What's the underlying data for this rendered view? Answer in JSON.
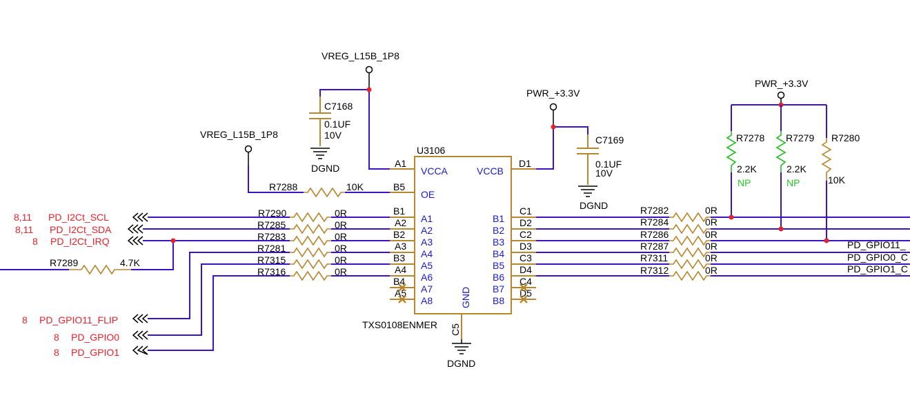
{
  "colors": {
    "wire": "#3a10c8",
    "component": "#b8862e",
    "net_label_offpage": "#e8202a",
    "pin_label": "#1a1acc",
    "np_label": "#22cc22",
    "junction": "#e8202a"
  },
  "ic": {
    "refdes": "U3106",
    "part": "TXS0108ENMER",
    "vcca": "VCCA",
    "vccb": "VCCB",
    "oe": "OE",
    "gnd": "GND",
    "a_pins": [
      "A1",
      "A2",
      "A3",
      "A4",
      "A5",
      "A6",
      "A7",
      "A8"
    ],
    "b_pins": [
      "B1",
      "B2",
      "B3",
      "B4",
      "B5",
      "B6",
      "B7",
      "B8"
    ],
    "ball_vcca": "A1",
    "ball_vccb": "D1",
    "ball_oe": "B5",
    "ball_gnd": "C5",
    "ball_left": [
      "B1",
      "A2",
      "B2",
      "A3",
      "B3",
      "A4",
      "B4",
      "A5"
    ],
    "ball_right": [
      "C1",
      "D2",
      "C2",
      "D3",
      "C3",
      "D4",
      "C4",
      "D5"
    ]
  },
  "power": {
    "vreg_top": "VREG_L15B_1P8",
    "vreg_oe": "VREG_L15B_1P8",
    "pwr_mid": "PWR_+3.3V",
    "pwr_right": "PWR_+3.3V",
    "dgnd": "DGND"
  },
  "caps": [
    {
      "refdes": "C7168",
      "value": "0.1UF",
      "voltage": "10V"
    },
    {
      "refdes": "C7169",
      "value": "0.1UF",
      "voltage": "10V"
    }
  ],
  "resistors": {
    "oe": {
      "refdes": "R7288",
      "value": "10K"
    },
    "pullup_irq": {
      "refdes": "R7289",
      "value": "4.7K"
    },
    "left_series": [
      {
        "refdes": "R7290",
        "value": "0R"
      },
      {
        "refdes": "R7285",
        "value": "0R"
      },
      {
        "refdes": "R7283",
        "value": "0R"
      },
      {
        "refdes": "R7281",
        "value": "0R"
      },
      {
        "refdes": "R7315",
        "value": "0R"
      },
      {
        "refdes": "R7316",
        "value": "0R"
      }
    ],
    "right_series": [
      {
        "refdes": "R7282",
        "value": "0R"
      },
      {
        "refdes": "R7284",
        "value": "0R"
      },
      {
        "refdes": "R7286",
        "value": "0R"
      },
      {
        "refdes": "R7287",
        "value": "0R"
      },
      {
        "refdes": "R7311",
        "value": "0R"
      },
      {
        "refdes": "R7312",
        "value": "0R"
      }
    ],
    "pullups": [
      {
        "refdes": "R7278",
        "value": "2.2K",
        "note": "NP"
      },
      {
        "refdes": "R7279",
        "value": "2.2K",
        "note": "NP"
      },
      {
        "refdes": "R7280",
        "value": "10K"
      }
    ]
  },
  "left_nets": [
    {
      "page": "8,11",
      "name": "PD_I2Ct_SCL"
    },
    {
      "page": "8,11",
      "name": "PD_I2Ct_SDA"
    },
    {
      "page": "8",
      "name": "PD_I2Ct_IRQ"
    },
    {
      "page": "8",
      "name": "PD_GPIO11_FLIP"
    },
    {
      "page": "8",
      "name": "PD_GPIO0"
    },
    {
      "page": "8",
      "name": "PD_GPIO1"
    }
  ],
  "right_nets": [
    "PD_GPIO11_",
    "PD_GPIO0_C",
    "PD_GPIO1_C"
  ]
}
